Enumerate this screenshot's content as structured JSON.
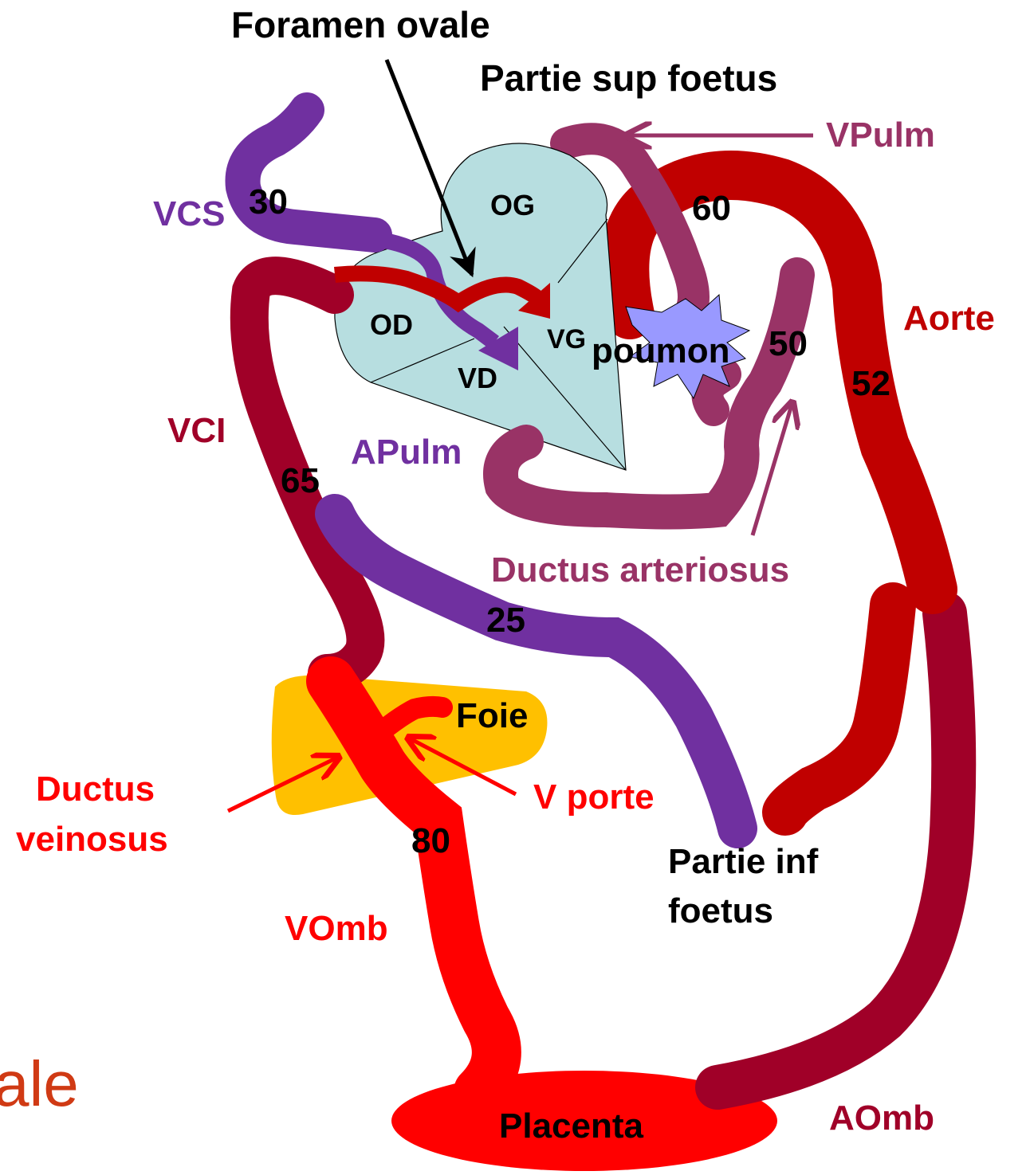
{
  "colors": {
    "vena_cava_inferior": "#a00028",
    "vena_cava_superior": "#7030a0",
    "pulmonary": "#993366",
    "aorta": "#c00000",
    "umbilical_vein": "#ff0000",
    "umbilical_artery": "#a00028",
    "liver": "#ffc000",
    "heart": "#b7dee0",
    "lung": "#9999ff",
    "residual_text": "#d03a14"
  },
  "labels": {
    "foramen_ovale": "Foramen ovale",
    "partie_sup": "Partie sup foetus",
    "vpulm": "VPulm",
    "vcs": "VCS",
    "og": "OG",
    "od": "OD",
    "vd": "VD",
    "vg": "VG",
    "poumon": "poumon",
    "aorte": "Aorte",
    "vci": "VCI",
    "apulm": "APulm",
    "ductus_arteriosus": "Ductus arteriosus",
    "foie": "Foie",
    "ductus_veinosus_1": "Ductus",
    "ductus_veinosus_2": "veinosus",
    "v_porte": "V porte",
    "partie_inf_1": "Partie inf",
    "partie_inf_2": "foetus",
    "vomb": "VOmb",
    "placenta": "Placenta",
    "aomb": "AOmb",
    "residual": "ale"
  },
  "saturations": {
    "vcs": "30",
    "aorta_arch": "60",
    "pulmonary": "50",
    "aorta_descending": "52",
    "vci": "65",
    "lower_body_return": "25",
    "umbilical_vein": "80"
  }
}
